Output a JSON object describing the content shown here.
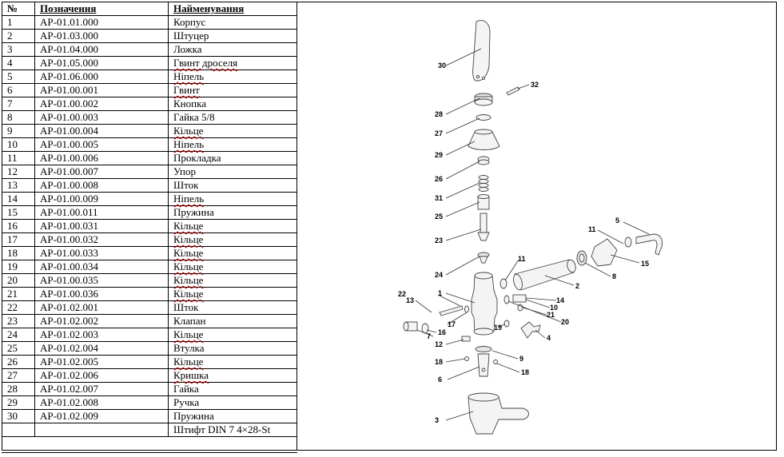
{
  "table": {
    "headers": {
      "num": "№",
      "code": "Позначення",
      "name": "Найменування"
    },
    "rows": [
      {
        "num": "1",
        "code": "АР-01.01.000",
        "name": "Корпус"
      },
      {
        "num": "2",
        "code": "АР-01.03.000",
        "name": "Штуцер"
      },
      {
        "num": "3",
        "code": "АР-01.04.000",
        "name": "Ложка"
      },
      {
        "num": "4",
        "code": "АР-01.05.000",
        "name": "Гвинт дроселя"
      },
      {
        "num": "5",
        "code": "АР-01.06.000",
        "name": "Ніпель"
      },
      {
        "num": "6",
        "code": "АР-01.00.001",
        "name": "Гвинт"
      },
      {
        "num": "7",
        "code": "АР-01.00.002",
        "name": "Кнопка"
      },
      {
        "num": "8",
        "code": "АР-01.00.003",
        "name": "Гайка 5/8"
      },
      {
        "num": "9",
        "code": "АР-01.00.004",
        "name": "Кільце"
      },
      {
        "num": "10",
        "code": "АР-01.00.005",
        "name": "Ніпель"
      },
      {
        "num": "11",
        "code": "АР-01.00.006",
        "name": "Прокладка"
      },
      {
        "num": "12",
        "code": "АР-01.00.007",
        "name": "Упор"
      },
      {
        "num": "13",
        "code": "АР-01.00.008",
        "name": "Шток"
      },
      {
        "num": "14",
        "code": "АР-01.00.009",
        "name": "Ніпель"
      },
      {
        "num": "15",
        "code": "АР-01.00.011",
        "name": "Пружина"
      },
      {
        "num": "16",
        "code": "АР-01.00.031",
        "name": "Кільце"
      },
      {
        "num": "17",
        "code": "АР-01.00.032",
        "name": "Кільце"
      },
      {
        "num": "18",
        "code": "АР-01.00.033",
        "name": "Кільце"
      },
      {
        "num": "19",
        "code": "АР-01.00.034",
        "name": "Кільце"
      },
      {
        "num": "20",
        "code": "АР-01.00.035",
        "name": "Кільце"
      },
      {
        "num": "21",
        "code": "АР-01.00.036",
        "name": "Кільце"
      },
      {
        "num": "22",
        "code": "АР-01.02.001",
        "name": "Шток"
      },
      {
        "num": "23",
        "code": "АР-01.02.002",
        "name": "Клапан"
      },
      {
        "num": "24",
        "code": "АР-01.02.003",
        "name": "Кільце"
      },
      {
        "num": "25",
        "code": "АР-01.02.004",
        "name": "Втулка"
      },
      {
        "num": "26",
        "code": "АР-01.02.005",
        "name": "Кільце"
      },
      {
        "num": "27",
        "code": "АР-01.02.006",
        "name": "Кришка"
      },
      {
        "num": "28",
        "code": "АР-01.02.007",
        "name": "Гайка"
      },
      {
        "num": "29",
        "code": "АР-01.02.008",
        "name": "Ручка"
      },
      {
        "num": "30",
        "code": "АР-01.02.009",
        "name": "Пружина"
      },
      {
        "num": "",
        "code": "",
        "name": "Штифт DIN 7 4×28-St"
      }
    ]
  },
  "diagram": {
    "labels": [
      "30",
      "32",
      "28",
      "27",
      "29",
      "26",
      "31",
      "25",
      "23",
      "5",
      "11",
      "15",
      "8",
      "24",
      "11",
      "2",
      "22",
      "1",
      "13",
      "14",
      "10",
      "21",
      "17",
      "20",
      "19",
      "16",
      "7",
      "4",
      "12",
      "9",
      "18",
      "18",
      "6",
      "3"
    ]
  }
}
